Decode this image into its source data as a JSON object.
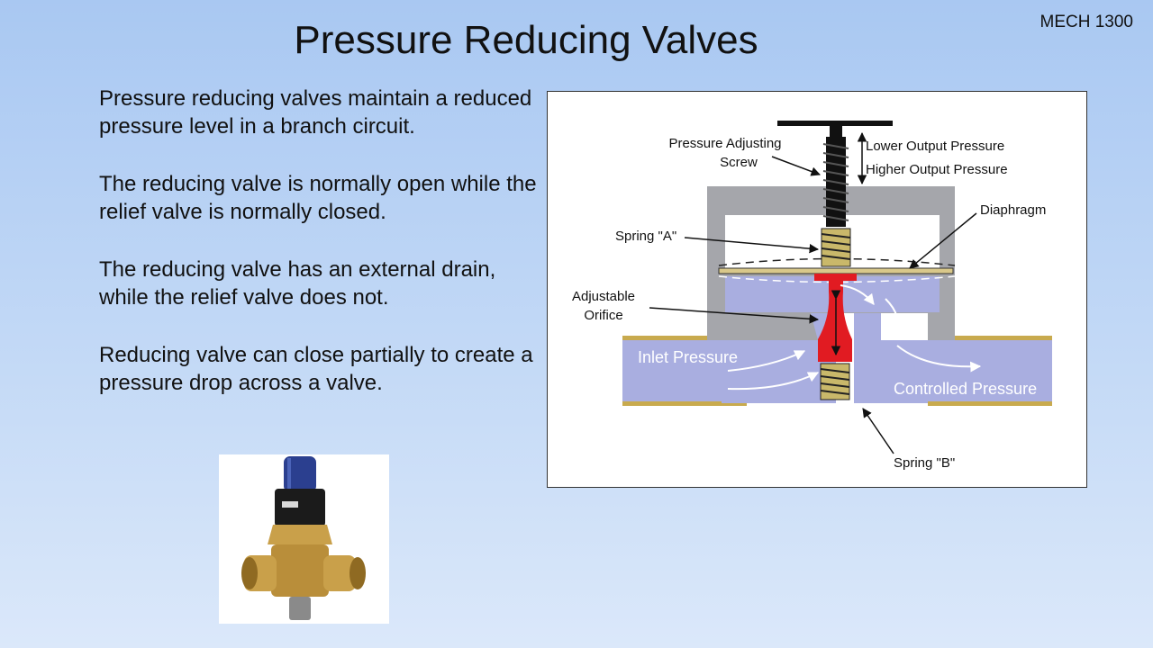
{
  "slide": {
    "course_tag": "MECH 1300",
    "title": "Pressure Reducing Valves",
    "bullets": [
      "Pressure reducing valves maintain a reduced pressure level in a branch circuit.",
      "The reducing valve is normally open while the relief valve is normally closed.",
      "The reducing valve has an external drain, while the relief valve does not.",
      "Reducing valve can close partially to create a pressure drop across a valve."
    ]
  },
  "diagram": {
    "labels": {
      "adjusting_screw_line1": "Pressure Adjusting",
      "adjusting_screw_line2": "Screw",
      "lower_output": "Lower Output Pressure",
      "higher_output": "Higher Output Pressure",
      "diaphragm": "Diaphragm",
      "spring_a": "Spring \"A\"",
      "orifice_line1": "Adjustable",
      "orifice_line2": "Orifice",
      "inlet": "Inlet Pressure",
      "controlled": "Controlled Pressure",
      "spring_b": "Spring \"B\""
    },
    "colors": {
      "body": "#a5a6ab",
      "fluid": "#a9aee0",
      "valve": "#e11b22",
      "spring": "#c9b86a",
      "pipe_rim": "#c8aa4e"
    }
  },
  "photo": {
    "icon": "brass-pressure-reducing-valve",
    "colors": {
      "brass": "#c9a04a",
      "cap": "#2b3f8f",
      "collar": "#1b1b1b"
    }
  }
}
